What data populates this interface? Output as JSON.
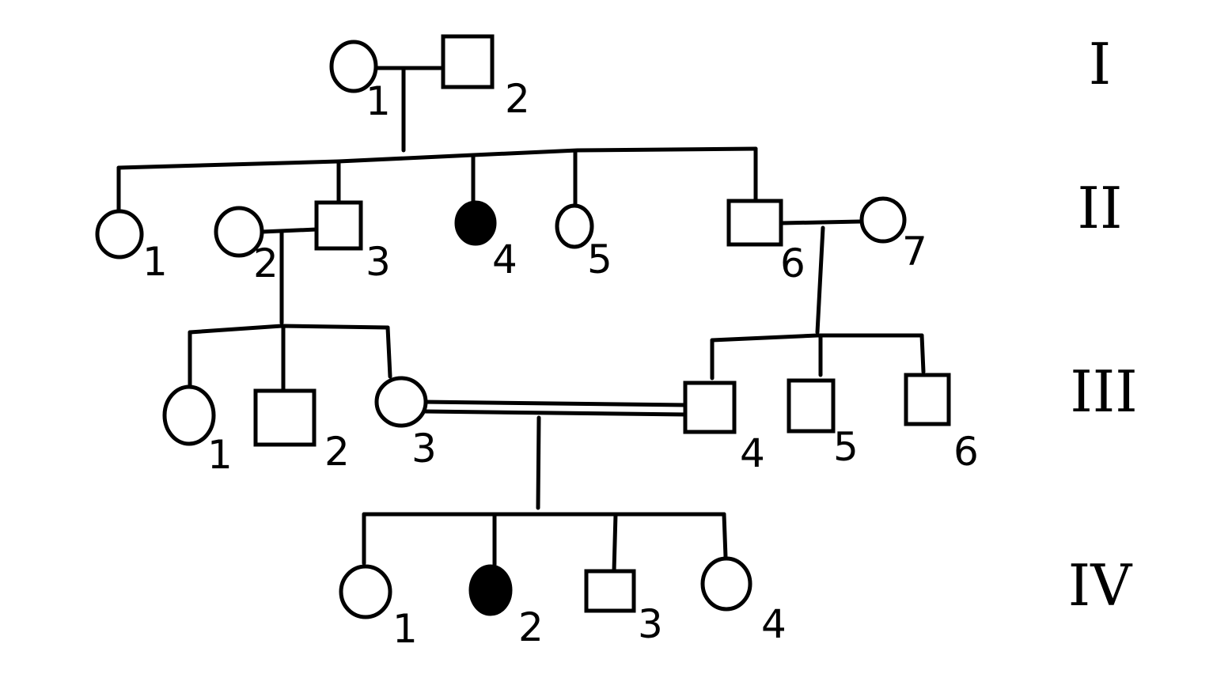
{
  "pedigree": {
    "colors": {
      "ink": "#000000",
      "affected_fill": "#000000",
      "unaffected_fill": "#ffffff"
    },
    "generations": [
      {
        "label": "I",
        "individuals": [
          {
            "label": "1",
            "sex": "female",
            "affected": false
          },
          {
            "label": "2",
            "sex": "male",
            "affected": false
          }
        ]
      },
      {
        "label": "II",
        "individuals": [
          {
            "label": "1",
            "sex": "female",
            "affected": false
          },
          {
            "label": "2",
            "sex": "female",
            "affected": false
          },
          {
            "label": "3",
            "sex": "male",
            "affected": false
          },
          {
            "label": "4",
            "sex": "female",
            "affected": true
          },
          {
            "label": "5",
            "sex": "female",
            "affected": false
          },
          {
            "label": "6",
            "sex": "male",
            "affected": false
          },
          {
            "label": "7",
            "sex": "female",
            "affected": false
          }
        ]
      },
      {
        "label": "III",
        "individuals": [
          {
            "label": "1",
            "sex": "female",
            "affected": false
          },
          {
            "label": "2",
            "sex": "male",
            "affected": false
          },
          {
            "label": "3",
            "sex": "female",
            "affected": false
          },
          {
            "label": "4",
            "sex": "male",
            "affected": false
          },
          {
            "label": "5",
            "sex": "male",
            "affected": false
          },
          {
            "label": "6",
            "sex": "male",
            "affected": false
          }
        ]
      },
      {
        "label": "IV",
        "individuals": [
          {
            "label": "1",
            "sex": "female",
            "affected": false
          },
          {
            "label": "2",
            "sex": "female",
            "affected": true
          },
          {
            "label": "3",
            "sex": "male",
            "affected": false
          },
          {
            "label": "4",
            "sex": "female",
            "affected": false
          }
        ]
      }
    ],
    "matings": [
      {
        "partners": [
          "I-1",
          "I-2"
        ],
        "consanguineous": false,
        "children": [
          "II-1",
          "II-3",
          "II-4",
          "II-5",
          "II-6"
        ]
      },
      {
        "partners": [
          "II-2",
          "II-3"
        ],
        "consanguineous": false,
        "children": [
          "III-1",
          "III-2",
          "III-3"
        ]
      },
      {
        "partners": [
          "II-6",
          "II-7"
        ],
        "consanguineous": false,
        "children": [
          "III-4",
          "III-5",
          "III-6"
        ]
      },
      {
        "partners": [
          "III-3",
          "III-4"
        ],
        "consanguineous": true,
        "children": [
          "IV-1",
          "IV-2",
          "IV-3",
          "IV-4"
        ]
      }
    ]
  }
}
